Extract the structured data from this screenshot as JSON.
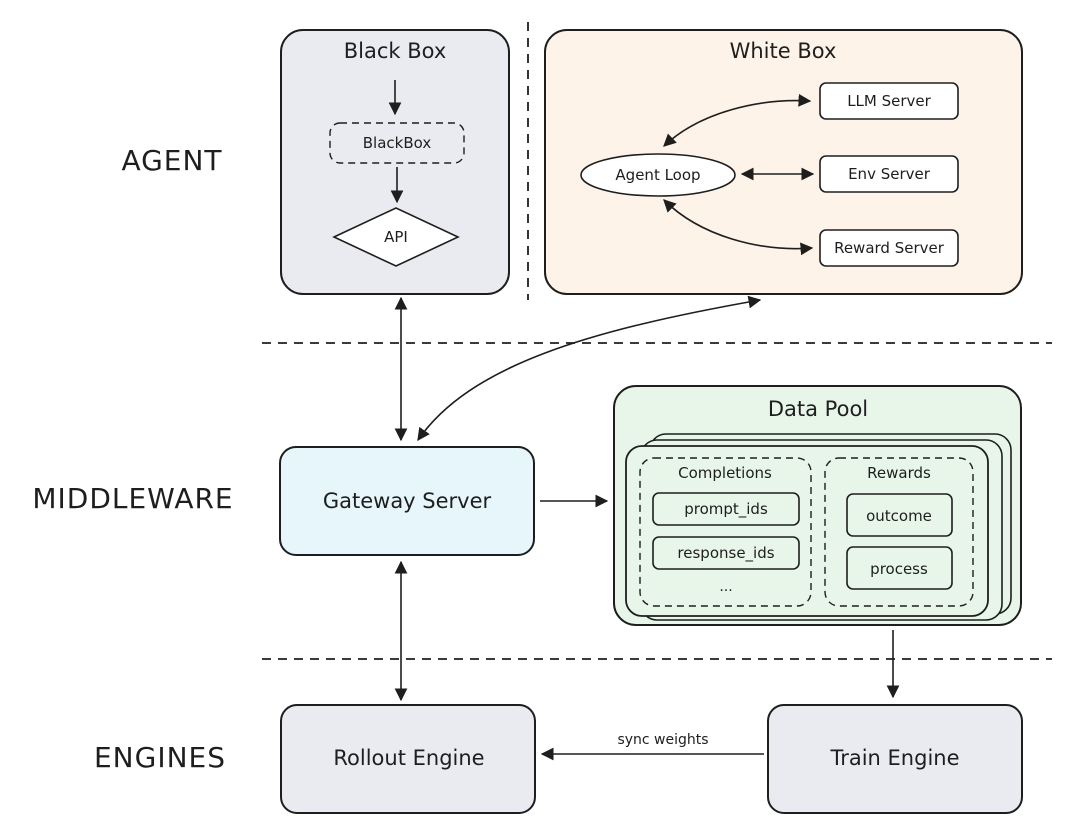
{
  "layers": {
    "agent": "AGENT",
    "middleware": "MIDDLEWARE",
    "engines": "ENGINES"
  },
  "black_box": {
    "title": "Black Box",
    "inner": "BlackBox",
    "api": "API"
  },
  "white_box": {
    "title": "White Box",
    "agent_loop": "Agent Loop",
    "llm_server": "LLM Server",
    "env_server": "Env Server",
    "reward_server": "Reward Server"
  },
  "gateway": {
    "label": "Gateway Server"
  },
  "data_pool": {
    "title": "Data Pool",
    "completions": {
      "title": "Completions",
      "items": [
        "prompt_ids",
        "response_ids",
        "..."
      ]
    },
    "rewards": {
      "title": "Rewards",
      "items": [
        "outcome",
        "process"
      ]
    }
  },
  "rollout_engine": {
    "label": "Rollout Engine"
  },
  "train_engine": {
    "label": "Train Engine"
  },
  "sync_label": "sync weights",
  "colors": {
    "black_box_fill": "#e9ebf0",
    "white_box_fill": "#fdf3e8",
    "gateway_fill": "#e7f6fb",
    "data_pool_fill": "#e8f6ea",
    "engine_fill": "#e9ebf0",
    "stroke": "#1e1e1e"
  }
}
